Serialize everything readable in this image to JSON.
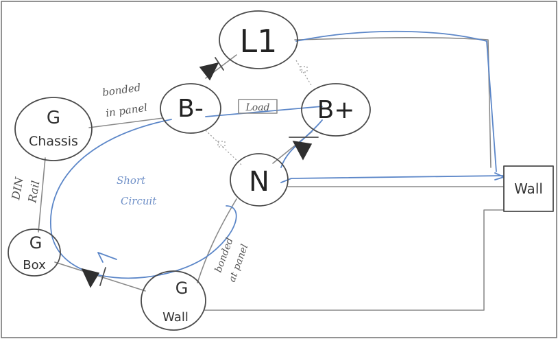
{
  "nodes": {
    "l1": "L1",
    "b_minus": "B-",
    "b_plus": "B+",
    "neutral": "N",
    "g_chassis_top": "G",
    "g_chassis_bottom": "Chassis",
    "g_box_top": "G",
    "g_box_bottom": "Box",
    "g_wall_top": "G",
    "g_wall_bottom": "Wall",
    "wall": "Wall"
  },
  "labels": {
    "bonded_in_panel_1": "bonded",
    "bonded_in_panel_2": "in panel",
    "load": "Load",
    "din_rail_1": "DIN",
    "din_rail_2": "Rail",
    "bonded_at_panel_1": "bonded",
    "bonded_at_panel_2": "at panel",
    "short_circuit_1": "Short",
    "short_circuit_2": "Circuit"
  },
  "colors": {
    "pencil": "#8a8a8a",
    "ink_blue": "#5b86c8"
  }
}
